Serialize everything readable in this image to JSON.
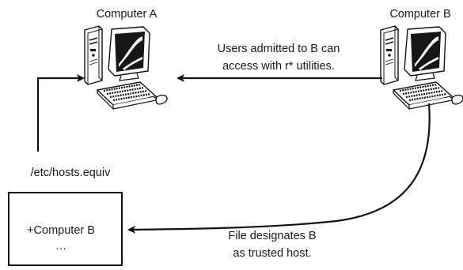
{
  "computer_a": {
    "label": "Computer A",
    "icon": "desktop-computer-icon"
  },
  "computer_b": {
    "label": "Computer B",
    "icon": "desktop-computer-icon"
  },
  "access_note": {
    "line1": "Users admitted to B can",
    "line2": "access with r* utilities."
  },
  "hosts_file": {
    "filename": "/etc/hosts.equiv",
    "entry": "+Computer B",
    "ellipsis": "…"
  },
  "trust_note": {
    "line1": "File designates B",
    "line2": "as trusted host."
  }
}
